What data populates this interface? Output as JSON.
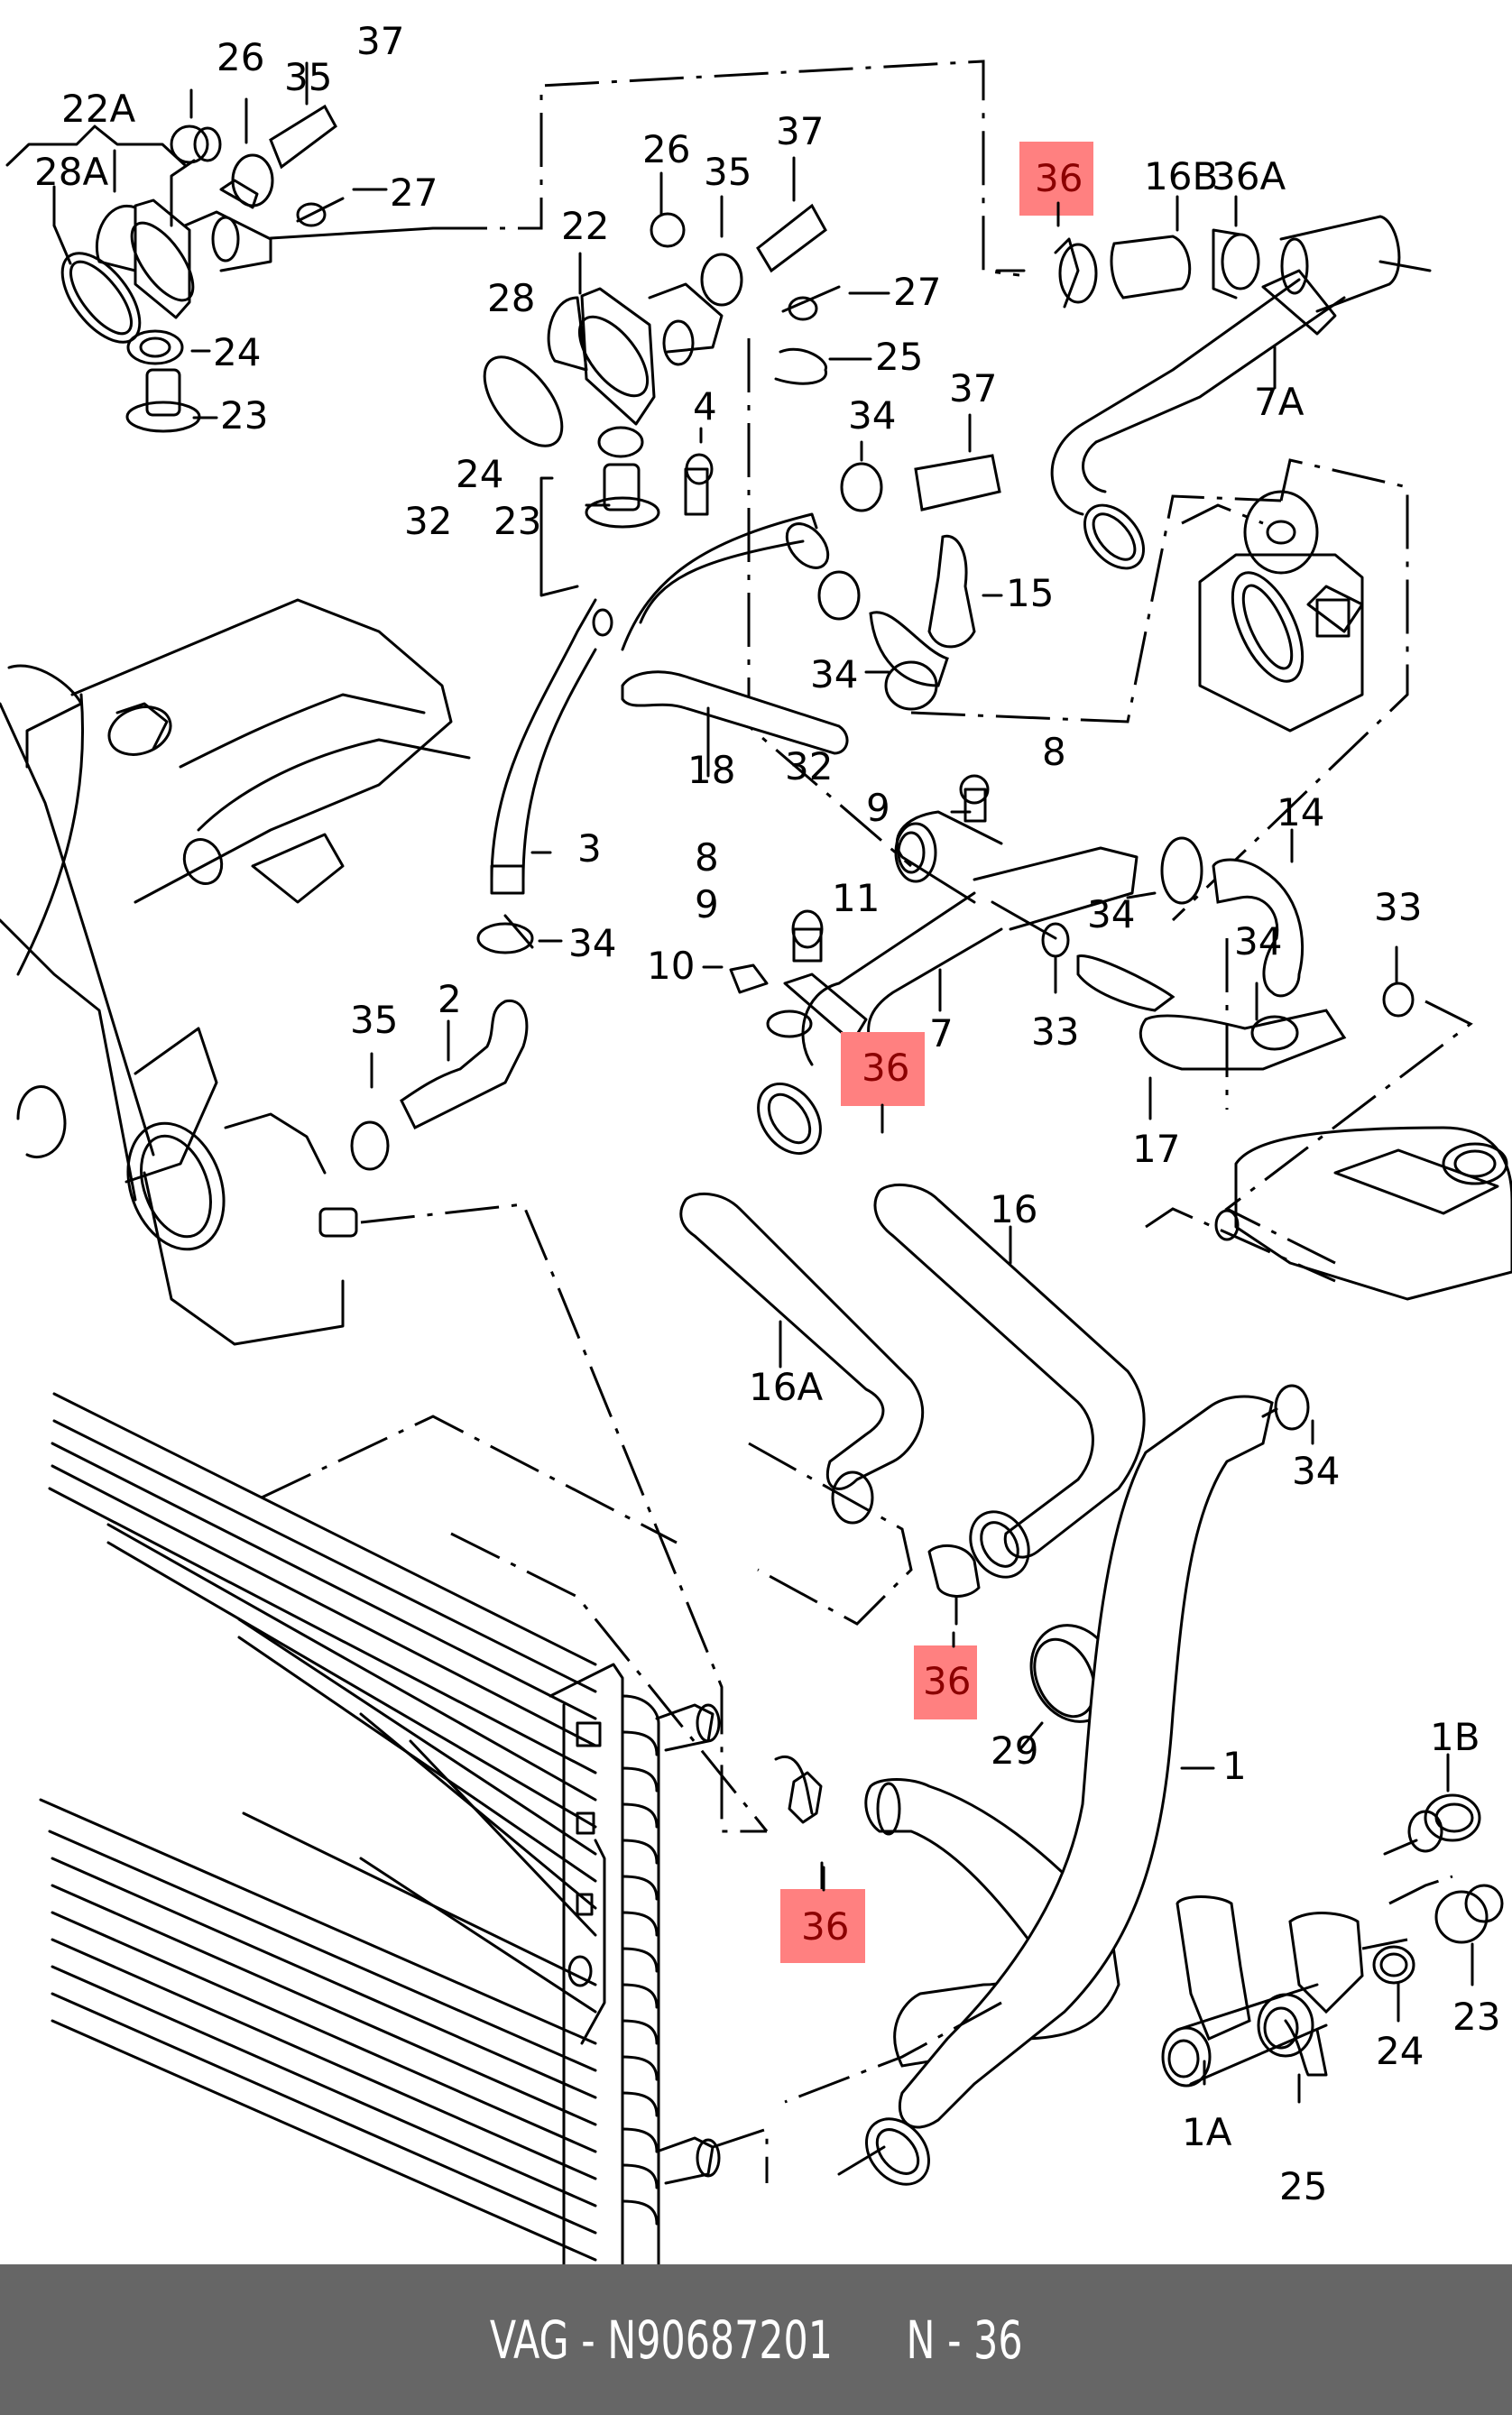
{
  "diagram": {
    "type": "exploded-parts-diagram",
    "subject": "engine cooling system hoses and fittings",
    "highlight_color": "#ff8080",
    "highlight_text_color": "#8b0000",
    "highlighted_part": "36",
    "callouts": [
      {
        "id": "c-22a",
        "label": "22A"
      },
      {
        "id": "c-28a",
        "label": "28A"
      },
      {
        "id": "c-26a",
        "label": "26"
      },
      {
        "id": "c-35a",
        "label": "35"
      },
      {
        "id": "c-37a",
        "label": "37"
      },
      {
        "id": "c-27a",
        "label": "27"
      },
      {
        "id": "c-24a",
        "label": "24"
      },
      {
        "id": "c-23a",
        "label": "23"
      },
      {
        "id": "c-26b",
        "label": "26"
      },
      {
        "id": "c-35b",
        "label": "35"
      },
      {
        "id": "c-37b",
        "label": "37"
      },
      {
        "id": "c-22",
        "label": "22"
      },
      {
        "id": "c-27b",
        "label": "27"
      },
      {
        "id": "c-25a",
        "label": "25"
      },
      {
        "id": "c-28",
        "label": "28"
      },
      {
        "id": "c-4",
        "label": "4"
      },
      {
        "id": "c-34a",
        "label": "34"
      },
      {
        "id": "c-37c",
        "label": "37"
      },
      {
        "id": "c-24b",
        "label": "24"
      },
      {
        "id": "c-23b",
        "label": "23"
      },
      {
        "id": "c-32a",
        "label": "32"
      },
      {
        "id": "c-15",
        "label": "15"
      },
      {
        "id": "c-34b",
        "label": "34"
      },
      {
        "id": "c-16b",
        "label": "16B"
      },
      {
        "id": "c-36a",
        "label": "36A"
      },
      {
        "id": "c-7a",
        "label": "7A"
      },
      {
        "id": "c-18",
        "label": "18"
      },
      {
        "id": "c-32b",
        "label": "32"
      },
      {
        "id": "c-8a",
        "label": "8"
      },
      {
        "id": "c-9a",
        "label": "9"
      },
      {
        "id": "c-3",
        "label": "3"
      },
      {
        "id": "c-11",
        "label": "11"
      },
      {
        "id": "c-8b",
        "label": "8"
      },
      {
        "id": "c-9b",
        "label": "9"
      },
      {
        "id": "c-10",
        "label": "10"
      },
      {
        "id": "c-34c",
        "label": "34"
      },
      {
        "id": "c-14",
        "label": "14"
      },
      {
        "id": "c-34d",
        "label": "34"
      },
      {
        "id": "c-34e",
        "label": "34"
      },
      {
        "id": "c-33a",
        "label": "33"
      },
      {
        "id": "c-33b",
        "label": "33"
      },
      {
        "id": "c-7",
        "label": "7"
      },
      {
        "id": "c-35c",
        "label": "35"
      },
      {
        "id": "c-2",
        "label": "2"
      },
      {
        "id": "c-17",
        "label": "17"
      },
      {
        "id": "c-16",
        "label": "16"
      },
      {
        "id": "c-16a",
        "label": "16A"
      },
      {
        "id": "c-34f",
        "label": "34"
      },
      {
        "id": "c-29",
        "label": "29"
      },
      {
        "id": "c-1",
        "label": "1"
      },
      {
        "id": "c-1b",
        "label": "1B"
      },
      {
        "id": "c-24c",
        "label": "24"
      },
      {
        "id": "c-23c",
        "label": "23"
      },
      {
        "id": "c-1a",
        "label": "1A"
      },
      {
        "id": "c-25b",
        "label": "25"
      }
    ],
    "highlighted_callouts": [
      {
        "id": "h-36-top",
        "label": "36"
      },
      {
        "id": "h-36-mid",
        "label": "36"
      },
      {
        "id": "h-36-lower",
        "label": "36"
      },
      {
        "id": "h-36-bottom",
        "label": "36"
      }
    ]
  },
  "footer": {
    "text": "VAG - N90687201      N - 36",
    "brand": "VAG",
    "part_number": "N90687201",
    "position": "N - 36",
    "background": "#666666",
    "text_color": "#ffffff"
  }
}
